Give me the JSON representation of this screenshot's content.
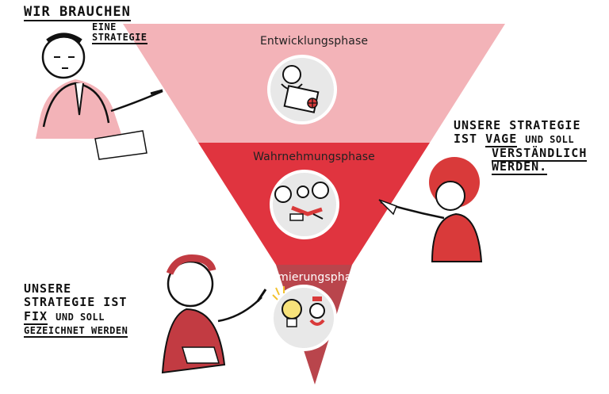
{
  "diagram": {
    "phases": [
      {
        "label": "Entwicklungsphase",
        "color": "#f3b3b8"
      },
      {
        "label": "Wahrnehmungsphase",
        "color": "#e0343f"
      },
      {
        "label": "Optimierungsphase",
        "color": "#b9454c"
      }
    ],
    "speech": {
      "top_left_line1": "Wir Brauchen",
      "top_left_line2a": "eine",
      "top_left_line2b": "Strategie",
      "right_line1": "Unsere Strategie",
      "right_line2a": "ist",
      "right_line2b": "vage",
      "right_line2c": "und soll",
      "right_line3": "verständlich",
      "right_line4": "werden.",
      "bottom_left_line1": "Unsere",
      "bottom_left_line2": "Strategie ist",
      "bottom_left_line3a": "Fix",
      "bottom_left_line3b": "und soll",
      "bottom_left_line4": "gezeichnet werden"
    },
    "icons": [
      "designer-at-desk-icon",
      "team-discussion-icon",
      "idea-lightbulb-icon"
    ]
  }
}
